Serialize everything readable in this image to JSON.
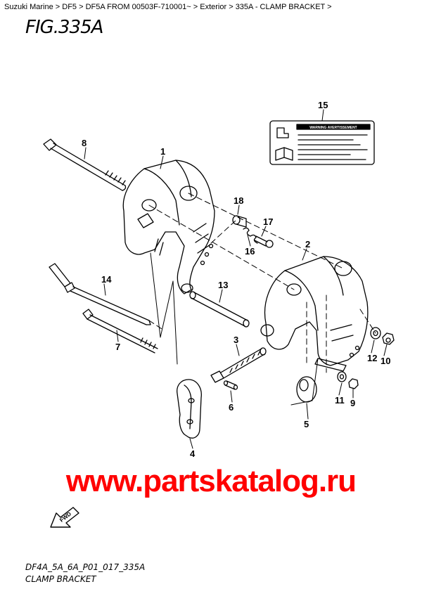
{
  "breadcrumb": {
    "items": [
      "Suzuki Marine",
      "DF5",
      "DF5A FROM 00503F-710001~",
      "Exterior",
      "335A - CLAMP BRACKET"
    ],
    "separator": " > ",
    "trailing": " >"
  },
  "figure": {
    "title": "FIG.335A",
    "code": "DF4A_5A_6A_P01_017_335A",
    "name": "CLAMP BRACKET"
  },
  "watermark": {
    "text": "www.partskatalog.ru",
    "color": "#ff0000"
  },
  "label_sticker": {
    "warning_text": "WARNING AVERTISSEMENT"
  },
  "fwd_arrow": {
    "text": "FWD"
  },
  "callouts": [
    "1",
    "2",
    "3",
    "4",
    "5",
    "6",
    "7",
    "8",
    "9",
    "10",
    "11",
    "12",
    "13",
    "14",
    "15",
    "16",
    "17",
    "18"
  ],
  "colors": {
    "line": "#000000",
    "background": "#ffffff"
  }
}
